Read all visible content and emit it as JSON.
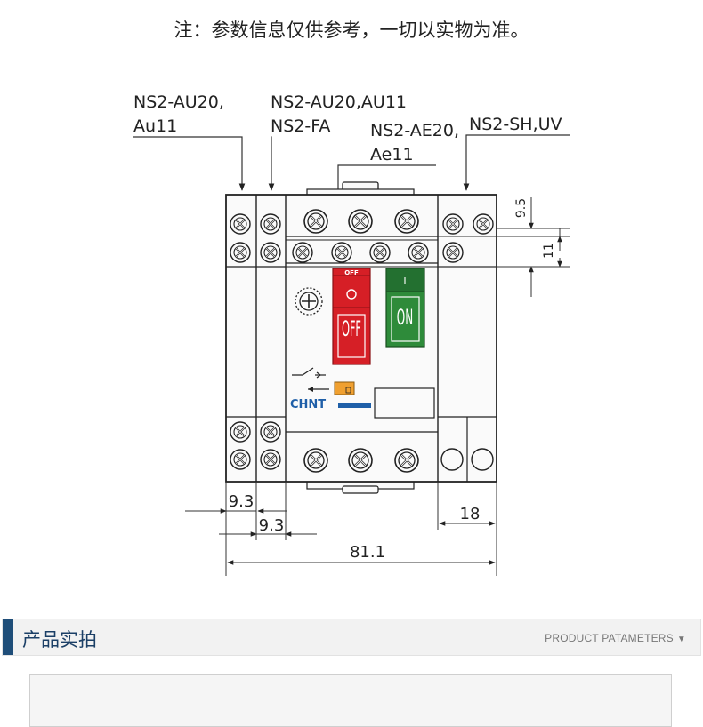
{
  "note": "注：参数信息仅供参考，一切以实物为准。",
  "callouts": {
    "c1_line1": "NS2-AU20,",
    "c1_line2": "Au11",
    "c2_line1": "NS2-AU20,AU11",
    "c2_line2": "NS2-FA",
    "c3_line1": "NS2-AE20,",
    "c3_line2": "Ae11",
    "c4": "NS2-SH,UV"
  },
  "dimensions": {
    "d_top": "9.5",
    "d_side": "11",
    "d_left1": "9.3",
    "d_left2": "9.3",
    "d_right": "18",
    "d_total": "81.1"
  },
  "device": {
    "brand": "CHNT",
    "off_small": "OFF",
    "off_big": "OFF",
    "on_big": "ON",
    "on_mark": "I",
    "brand_color": "#1f5fa8",
    "off_color": "#d61f26",
    "on_color": "#2e8b3a"
  },
  "section": {
    "title": "产品实拍",
    "subtitle": "PRODUCT PATAMETERS",
    "arrow": "▼",
    "accent_color": "#1f4e79"
  }
}
